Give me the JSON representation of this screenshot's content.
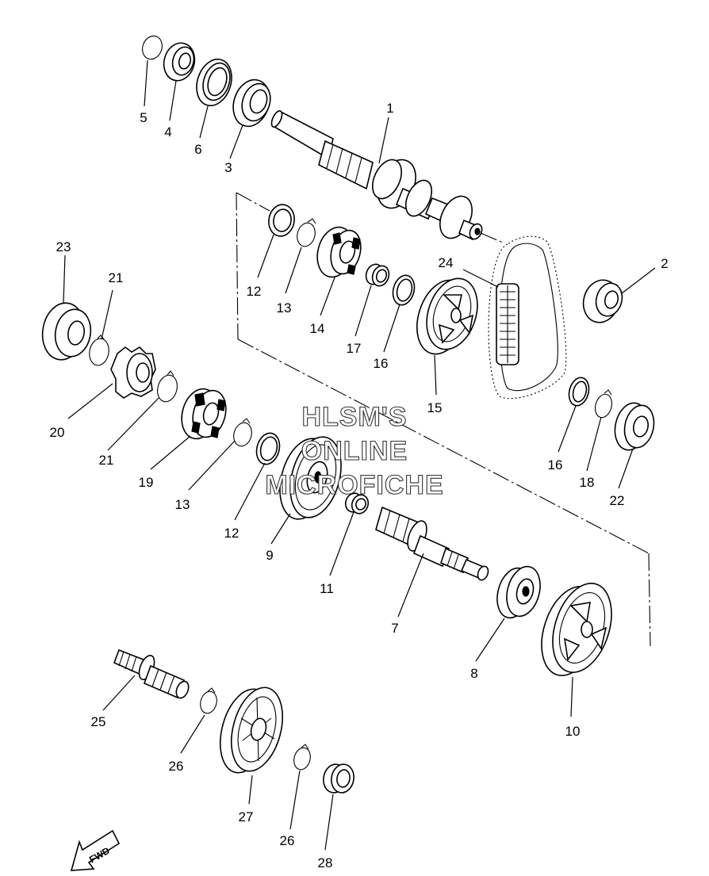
{
  "diagram": {
    "watermark": {
      "line1": "HLSM'S",
      "line2": "ONLINE",
      "line3": "MICROFICHE"
    },
    "direction_marker": "FWD",
    "callouts": {
      "c1": "1",
      "c2": "2",
      "c3": "3",
      "c4": "4",
      "c5": "5",
      "c6": "6",
      "c7": "7",
      "c8": "8",
      "c9": "9",
      "c10": "10",
      "c11": "11",
      "c12a": "12",
      "c12b": "12",
      "c13a": "13",
      "c13b": "13",
      "c14": "14",
      "c15": "15",
      "c16a": "16",
      "c16b": "16",
      "c17": "17",
      "c18": "18",
      "c19": "19",
      "c20": "20",
      "c21a": "21",
      "c21b": "21",
      "c22": "22",
      "c23": "23",
      "c24": "24",
      "c25": "25",
      "c26a": "26",
      "c26b": "26",
      "c27": "27",
      "c28": "28"
    }
  }
}
